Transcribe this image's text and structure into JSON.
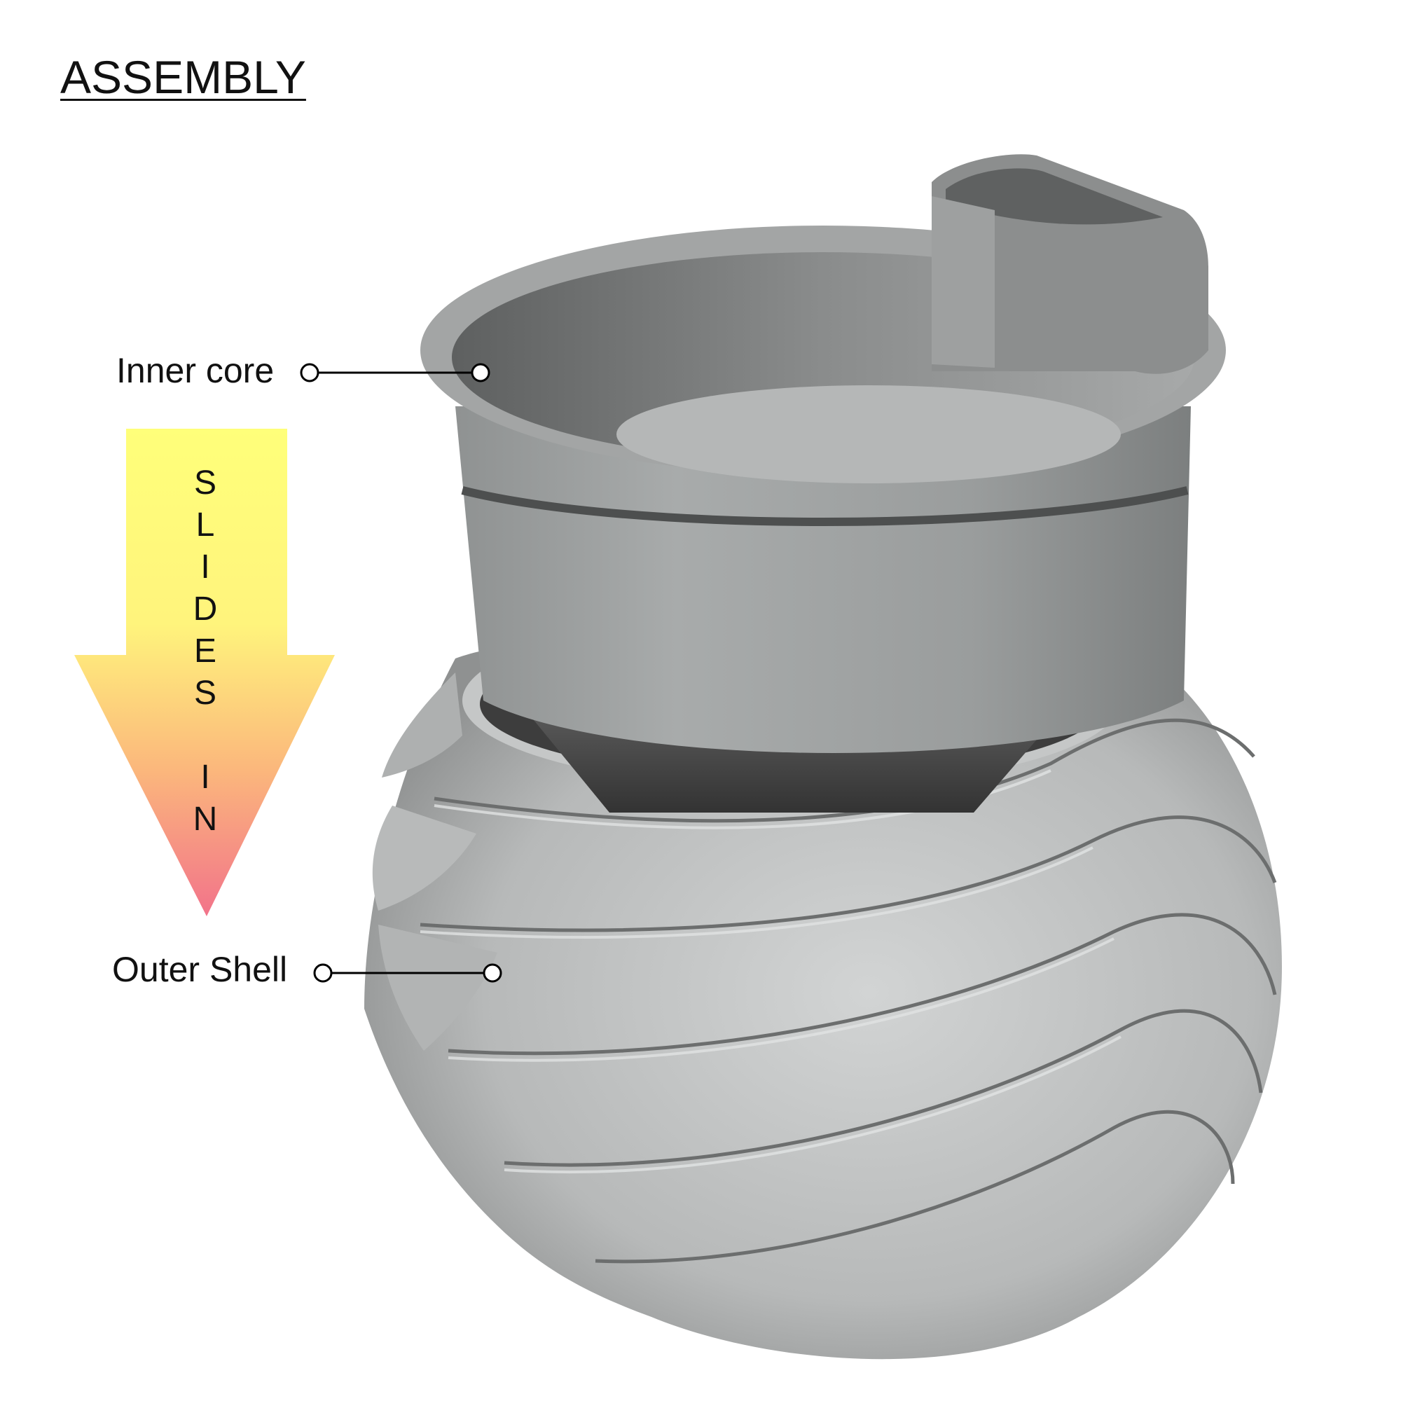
{
  "title": "ASSEMBLY",
  "labels": {
    "inner": "Inner core",
    "outer": "Outer Shell"
  },
  "arrow": {
    "text": "SLIDES IN",
    "gradient_top": "#ffff7a",
    "gradient_bottom": "#f2738a"
  },
  "colors": {
    "part_light": "#c6c8c8",
    "part_mid": "#9a9c9c",
    "part_dark": "#4a4a4a",
    "callout_line": "#000000"
  }
}
